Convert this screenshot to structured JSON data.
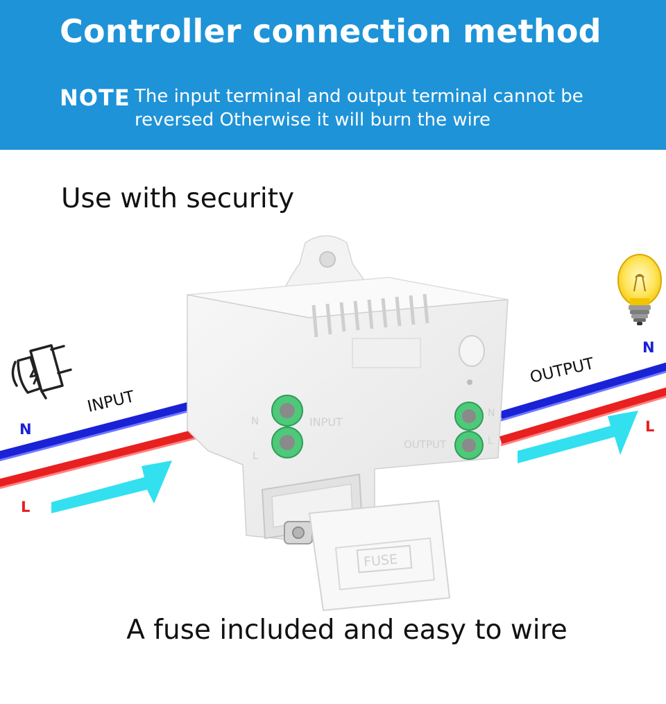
{
  "header": {
    "title": "Controller connection method",
    "note_label": "NOTE",
    "note_text": "The input terminal and output terminal cannot be reversed Otherwise it will burn the wire"
  },
  "section": {
    "subtitle": "Use with security",
    "caption": "A fuse included and easy to wire"
  },
  "wiring": {
    "input_label": "INPUT",
    "output_label": "OUTPUT",
    "neutral_label": "N",
    "live_label": "L",
    "neutral_color": "#1a22d6",
    "live_color": "#e82020",
    "flow_color": "#33e0ef"
  },
  "device": {
    "terminal_input_label": "INPUT",
    "terminal_output_label": "OUTPUT",
    "terminal_n": "N",
    "terminal_l": "L",
    "fuse_label": "FUSE"
  },
  "icons": {
    "plug": "plug-icon",
    "bulb": "light-bulb-icon"
  }
}
